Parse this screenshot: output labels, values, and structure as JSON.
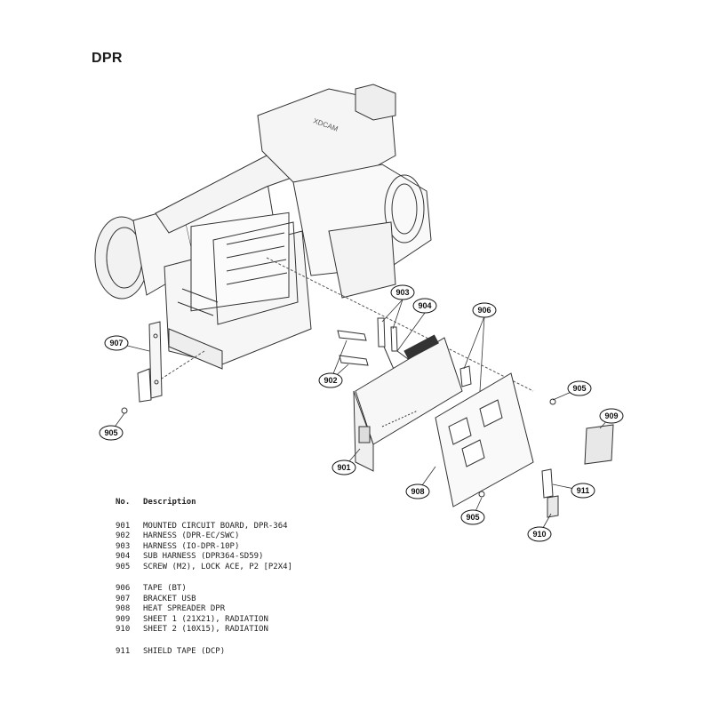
{
  "page": {
    "title": "DPR"
  },
  "callouts": [
    "903",
    "904",
    "906",
    "907",
    "902",
    "905",
    "909",
    "901",
    "908",
    "911",
    "905",
    "905",
    "910"
  ],
  "table": {
    "header_no": "No.",
    "header_desc": "Description",
    "groups": [
      [
        {
          "no": "901",
          "desc": "MOUNTED CIRCUIT BOARD, DPR-364"
        },
        {
          "no": "902",
          "desc": "HARNESS (DPR-EC/SWC)"
        },
        {
          "no": "903",
          "desc": "HARNESS (IO-DPR-10P)"
        },
        {
          "no": "904",
          "desc": "SUB HARNESS (DPR364-SD59)"
        },
        {
          "no": "905",
          "desc": "SCREW (M2), LOCK ACE, P2 [P2X4]"
        }
      ],
      [
        {
          "no": "906",
          "desc": "TAPE (BT)"
        },
        {
          "no": "907",
          "desc": "BRACKET USB"
        },
        {
          "no": "908",
          "desc": "HEAT SPREADER DPR"
        },
        {
          "no": "909",
          "desc": "SHEET 1 (21X21), RADIATION"
        },
        {
          "no": "910",
          "desc": "SHEET 2 (10X15), RADIATION"
        }
      ],
      [
        {
          "no": "911",
          "desc": "SHIELD TAPE (DCP)"
        }
      ]
    ]
  }
}
